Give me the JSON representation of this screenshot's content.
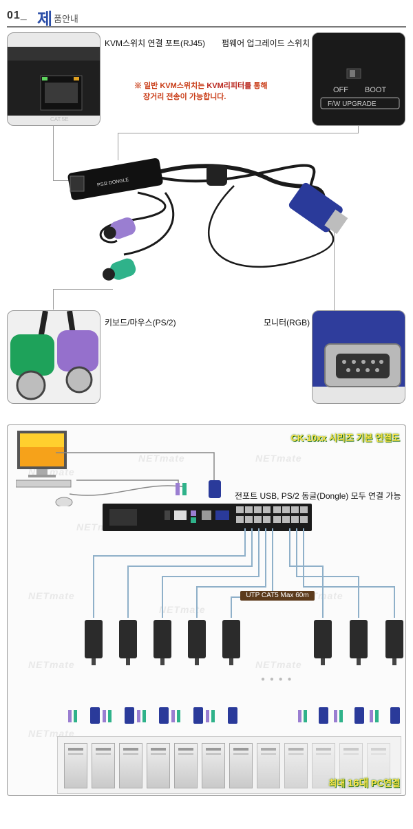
{
  "header": {
    "num": "01_",
    "title_first": "제",
    "title_rest": "품안내"
  },
  "product": {
    "label_rj45": "KVM스위치 연결 포트(RJ45)",
    "label_fw": "펌웨어 업그레이드 스위치",
    "note_line1_a": "※ 일반 KVM스위치는 ",
    "note_line1_b": "KVM리피터를",
    "note_line1_c": " 통해",
    "note_line2": "장거리 전송이 가능합니다.",
    "label_ps2": "키보드/마우스(PS/2)",
    "label_monitor": "모니터(RGB)",
    "dongle_text": "PS/2 DONGLE",
    "cat5e_text": "CAT.5E",
    "fw_text_off": "OFF",
    "fw_text_boot": "BOOT",
    "fw_text_upgrade": "F/W UPGRADE"
  },
  "diagram": {
    "title_a": "CK-10xx 시리즈 ",
    "title_b": "기본 연결도",
    "dongle_note": "전포트 USB, PS/2 동글(Dongle) 모두 연결 가능",
    "utp_label": "UTP CAT5 Max 60m",
    "bottom_a": "최대 ",
    "bottom_b": "16대",
    "bottom_c": " PC연결",
    "watermark": "NETmate",
    "dots": "● ● ● ●"
  },
  "colors": {
    "accent_blue": "#2b4ea8",
    "note_red": "#c83a14",
    "badge_green": "#1a6d12",
    "badge_yellow": "#ffe64a"
  }
}
